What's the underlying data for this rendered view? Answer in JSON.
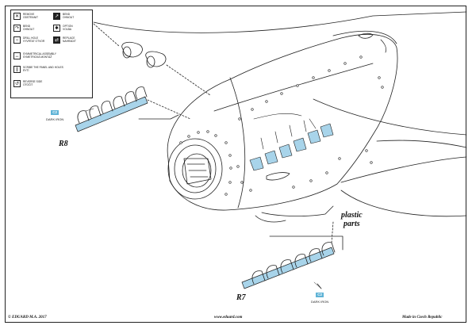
{
  "legend": {
    "items": [
      {
        "icon": "remove-icon",
        "glyph": "✕",
        "dark": false,
        "text": "REMOVE\nODSTRANIT"
      },
      {
        "icon": "bend-icon",
        "glyph": "↗",
        "dark": true,
        "text": "BEND\nOHNOUT"
      },
      {
        "icon": "bend-direction-icon",
        "glyph": "↷",
        "dark": false,
        "text": "BEND\nOHNOUT"
      },
      {
        "icon": "option-icon",
        "glyph": "✱",
        "dark": false,
        "text": "OPTION\nVOLBA"
      },
      {
        "icon": "drill-hole-icon",
        "glyph": "○",
        "dark": false,
        "text": "DRILL HOLE\nVYVRTAT OTVOR"
      },
      {
        "icon": "replace-icon",
        "glyph": "⇄",
        "dark": true,
        "text": "REPLACE\nNAHRADIT"
      },
      {
        "icon": "symmetrical-assembly-icon",
        "glyph": "↔",
        "dark": false,
        "text": "SYMMETRICAL ASSEMBLY\nSYMETRICKÁ MONTÁŽ"
      },
      {
        "icon": "scribe-panel-icon",
        "glyph": "∥",
        "dark": false,
        "text": "SCRIBE THE PANEL AND HOLES\nRYTÍ"
      },
      {
        "icon": "reverse-side-icon",
        "glyph": "↺",
        "dark": false,
        "text": "REVERSE SIDE\nOTOČIT"
      }
    ]
  },
  "callouts": {
    "top": {
      "number": "C2",
      "name": "DARK IRON"
    },
    "bottom": {
      "number": "C2",
      "name": "DARK IRON"
    }
  },
  "parts": {
    "r8": "R8",
    "r7": "R7",
    "plastic_line1": "plastic",
    "plastic_line2": "parts"
  },
  "footer": {
    "left": "© EDUARD M.A. 2017",
    "center": "www.eduard.com",
    "right": "Made in Czech Republic"
  },
  "colors": {
    "photoetch": "#a8d4ea",
    "callout": "#5fb3d6",
    "ink": "#222222"
  }
}
